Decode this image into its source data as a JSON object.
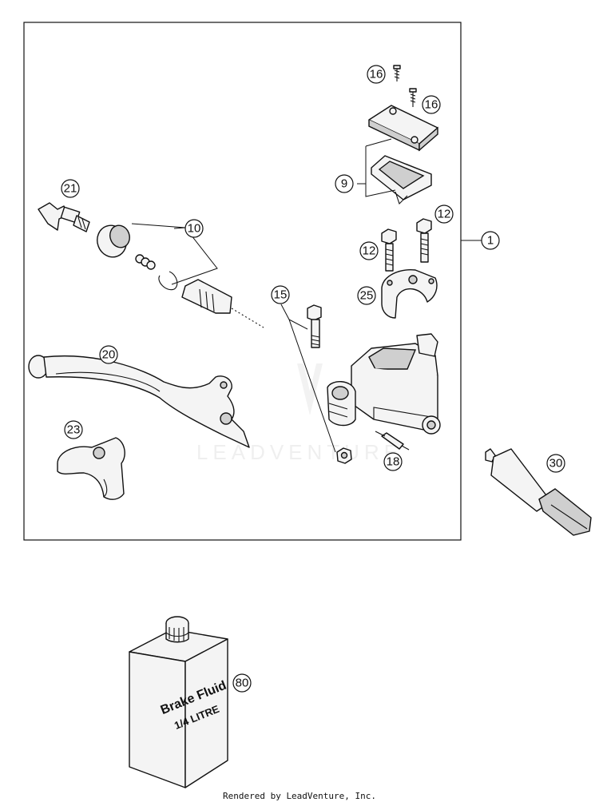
{
  "callouts": {
    "c1": "1",
    "c9": "9",
    "c10": "10",
    "c12a": "12",
    "c12b": "12",
    "c15": "15",
    "c16a": "16",
    "c16b": "16",
    "c18": "18",
    "c20": "20",
    "c21": "21",
    "c23": "23",
    "c25": "25",
    "c30": "30",
    "c80": "80"
  },
  "bottle": {
    "line1": "Brake Fluid",
    "line2": "1/4 LITRE"
  },
  "watermark": "LEADVENTURE",
  "footer": "Rendered by LeadVenture, Inc."
}
